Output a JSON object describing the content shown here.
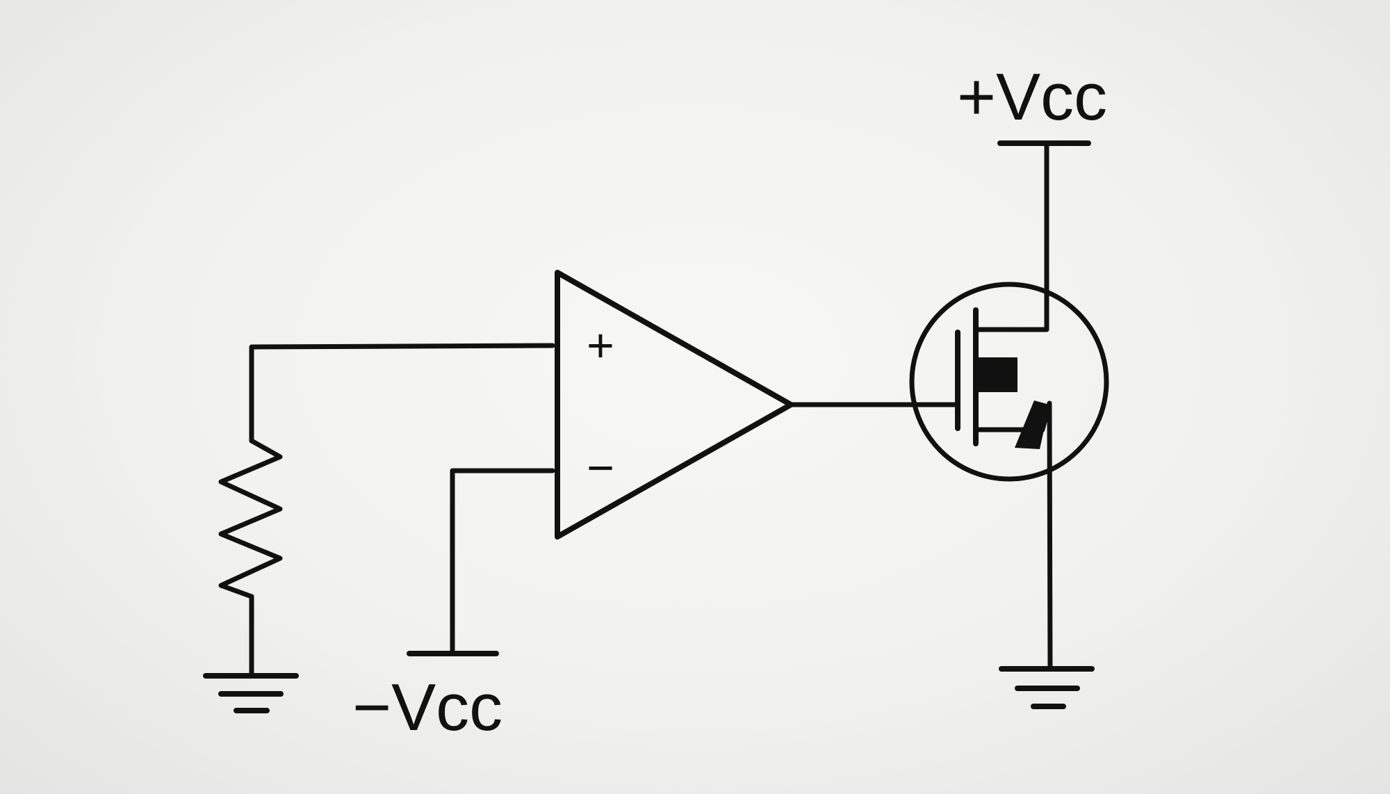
{
  "labels": {
    "positive_supply": "+Vcc",
    "negative_supply": "−Vcc",
    "plus_input": "+",
    "minus_input": "−"
  },
  "components": [
    {
      "name": "resistor",
      "type": "resistor"
    },
    {
      "name": "op-amp",
      "type": "operational-amplifier"
    },
    {
      "name": "mosfet",
      "type": "n-channel-mosfet"
    },
    {
      "name": "ground-left",
      "type": "ground"
    },
    {
      "name": "ground-right",
      "type": "ground"
    }
  ],
  "colors": {
    "ink": "#111111",
    "paper": "#f0f0ee"
  }
}
